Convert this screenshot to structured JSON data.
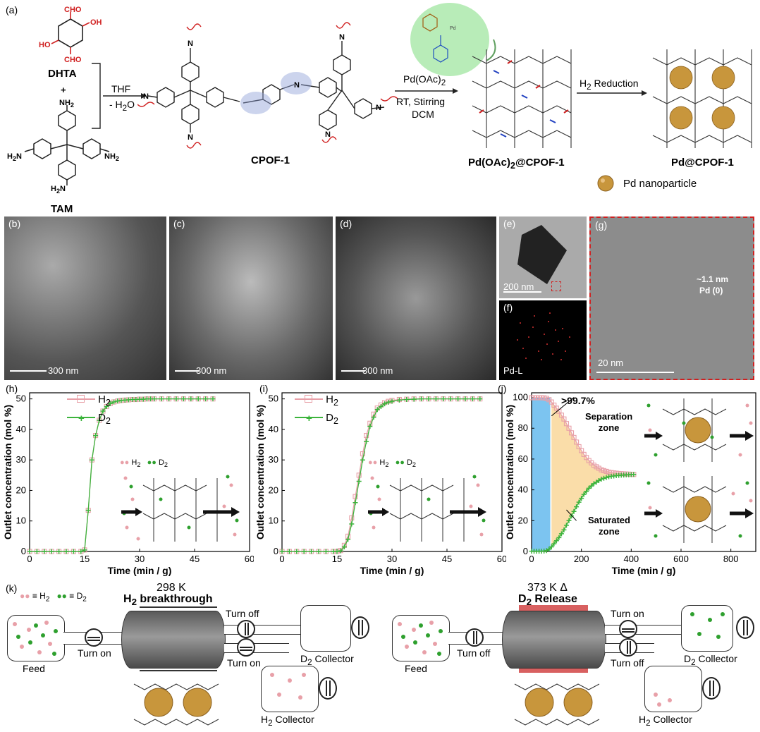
{
  "panels": {
    "a": "(a)",
    "b": "(b)",
    "c": "(c)",
    "d": "(d)",
    "e": "(e)",
    "f": "(f)",
    "g": "(g)",
    "h": "(h)",
    "i": "(i)",
    "j": "(j)",
    "k": "(k)"
  },
  "scheme": {
    "monomer1": "DHTA",
    "monomer1_groups": [
      "CHO",
      "OH",
      "HO",
      "CHO"
    ],
    "plus": "+",
    "monomer2": "TAM",
    "amine": "NH",
    "amine_sub": "2",
    "h2n": "H",
    "h2n_sub": "2",
    "h2n_n": "N",
    "cond1_top": "THF",
    "cond1_bottom": "- H",
    "cond1_sub": "2",
    "cond1_end": "O",
    "product1": "CPOF-1",
    "reagent": "Pd(OAc)",
    "reagent_sub": "2",
    "cond2_line2": "RT, Stirring",
    "cond2_line3": "DCM",
    "product2_pre": "Pd(OAc)",
    "product2_sub": "2",
    "product2_post": "@CPOF-1",
    "reduction_pre": "H",
    "reduction_sub": "2",
    "reduction_post": " Reduction",
    "product3": "Pd@CPOF-1",
    "legend_np": "Pd nanoparticle",
    "N": "N"
  },
  "micrographs": {
    "scale_300": "300 nm",
    "scale_200": "200 nm",
    "scale_20": "20 nm",
    "eds_label": "Pd-L",
    "particle_size": "~1.1 nm",
    "particle_id": "Pd (0)"
  },
  "chart_data": [
    {
      "panel": "h",
      "type": "scatter",
      "xlabel": "Time (min / g)",
      "ylabel": "Outlet concentration (mol %)",
      "xlim": [
        0,
        60
      ],
      "ylim": [
        0,
        52
      ],
      "xticks": [
        0,
        15,
        30,
        45,
        60
      ],
      "yticks": [
        0,
        10,
        20,
        30,
        40,
        50
      ],
      "legend": "top-left",
      "series": [
        {
          "name": "H2",
          "color": "#e8a0a8",
          "marker": "square",
          "x": [
            0,
            2,
            4,
            6,
            8,
            10,
            12,
            14,
            15,
            16,
            17,
            18,
            19,
            20,
            21,
            22,
            23,
            24,
            25,
            26,
            27,
            28,
            29,
            30,
            31,
            32,
            33,
            34,
            36,
            38,
            40,
            42,
            44,
            46,
            48,
            50
          ],
          "y": [
            0,
            0,
            0,
            0,
            0,
            0,
            0,
            0,
            0.5,
            13.5,
            30,
            38,
            43,
            46,
            47.5,
            48.5,
            49,
            49.3,
            49.5,
            49.6,
            49.7,
            49.8,
            49.8,
            49.9,
            49.9,
            50,
            50,
            50,
            50,
            50,
            50,
            50,
            50,
            50,
            50,
            50
          ]
        },
        {
          "name": "D2",
          "color": "#3cb43c",
          "marker": "plus",
          "x": [
            0,
            2,
            4,
            6,
            8,
            10,
            12,
            14,
            15,
            16,
            17,
            18,
            19,
            20,
            21,
            22,
            23,
            24,
            25,
            26,
            27,
            28,
            29,
            30,
            31,
            32,
            33,
            34,
            36,
            38,
            40,
            42,
            44,
            46,
            48,
            50
          ],
          "y": [
            0,
            0,
            0,
            0,
            0,
            0,
            0,
            0,
            0.5,
            13.5,
            30,
            38,
            43,
            46,
            47.5,
            48.5,
            49,
            49.3,
            49.5,
            49.6,
            49.7,
            49.8,
            49.8,
            49.9,
            49.9,
            50,
            50,
            50,
            50,
            50,
            50,
            50,
            50,
            50,
            50,
            50
          ]
        }
      ]
    },
    {
      "panel": "i",
      "type": "scatter",
      "xlabel": "Time (min / g)",
      "ylabel": "Outlet concentration (mol %)",
      "xlim": [
        0,
        60
      ],
      "ylim": [
        0,
        52
      ],
      "xticks": [
        0,
        15,
        30,
        45,
        60
      ],
      "yticks": [
        0,
        10,
        20,
        30,
        40,
        50
      ],
      "legend": "top-left",
      "series": [
        {
          "name": "H2",
          "color": "#e8a0a8",
          "marker": "square",
          "x": [
            0,
            2,
            4,
            6,
            8,
            10,
            12,
            14,
            15,
            16,
            17,
            18,
            19,
            20,
            21,
            22,
            23,
            24,
            25,
            26,
            27,
            28,
            29,
            30,
            32,
            34,
            36,
            38,
            40,
            42,
            44,
            46,
            48,
            50,
            52,
            54
          ],
          "y": [
            0,
            0,
            0,
            0,
            0,
            0,
            0,
            0,
            0,
            0.3,
            2,
            5,
            11,
            18,
            25,
            32,
            38,
            42,
            45,
            47,
            48,
            48.8,
            49.2,
            49.5,
            49.8,
            49.9,
            50,
            50,
            50,
            50,
            50,
            50,
            50,
            50,
            50,
            50
          ]
        },
        {
          "name": "D2",
          "color": "#3cb43c",
          "marker": "plus",
          "x": [
            0,
            2,
            4,
            6,
            8,
            10,
            12,
            14,
            15,
            16,
            17,
            18,
            19,
            20,
            21,
            22,
            23,
            24,
            25,
            26,
            27,
            28,
            29,
            30,
            32,
            34,
            36,
            38,
            40,
            42,
            44,
            46,
            48,
            50,
            52,
            54
          ],
          "y": [
            0,
            0,
            0,
            0,
            0,
            0,
            0,
            0,
            0,
            0.2,
            1.5,
            4,
            9,
            16,
            23,
            30,
            36,
            41,
            44,
            46.5,
            47.5,
            48.4,
            48.9,
            49.2,
            49.6,
            49.8,
            49.9,
            50,
            50,
            50,
            50,
            50,
            50,
            50,
            50,
            50
          ]
        }
      ]
    },
    {
      "panel": "j",
      "type": "scatter",
      "xlabel": "Time (min / g)",
      "ylabel": "Outlet concentration (mol %)",
      "xlim": [
        0,
        900
      ],
      "ylim": [
        0,
        103
      ],
      "xticks": [
        0,
        200,
        400,
        600,
        800
      ],
      "yticks": [
        0,
        20,
        40,
        60,
        80,
        100
      ],
      "annotations": [
        ">99.7%",
        "Separation\nzone",
        "Saturated\nzone"
      ],
      "series": [
        {
          "name": "H2",
          "color": "#e8a0a8",
          "marker": "square",
          "x": [
            0,
            10,
            20,
            30,
            40,
            50,
            60,
            70,
            80,
            90,
            100,
            110,
            120,
            130,
            140,
            150,
            160,
            170,
            180,
            190,
            200,
            210,
            220,
            230,
            240,
            250,
            260,
            270,
            280,
            290,
            300,
            310,
            320,
            330,
            340,
            350,
            360,
            370,
            380,
            390,
            400,
            410
          ],
          "y": [
            99.8,
            99.8,
            99.8,
            99.8,
            99.8,
            99.7,
            99.4,
            98.5,
            97,
            95,
            93,
            91,
            88.5,
            86,
            83,
            80,
            77,
            74,
            71,
            68,
            65.5,
            63,
            61,
            59,
            57.5,
            56,
            55,
            54,
            53,
            52.5,
            52,
            51.5,
            51.2,
            51,
            50.8,
            50.6,
            50.5,
            50.4,
            50.3,
            50.2,
            50.1,
            50
          ]
        },
        {
          "name": "D2",
          "color": "#3cb43c",
          "marker": "plus",
          "x": [
            0,
            10,
            20,
            30,
            40,
            50,
            60,
            70,
            80,
            90,
            100,
            110,
            120,
            130,
            140,
            150,
            160,
            170,
            180,
            190,
            200,
            210,
            220,
            230,
            240,
            250,
            260,
            270,
            280,
            290,
            300,
            310,
            320,
            330,
            340,
            350,
            360,
            370,
            380,
            390,
            400,
            410
          ],
          "y": [
            0.2,
            0.2,
            0.2,
            0.2,
            0.2,
            0.3,
            0.6,
            1.5,
            3,
            5,
            7,
            9,
            11.5,
            14,
            17,
            20,
            23,
            26,
            29,
            32,
            34.5,
            37,
            39,
            41,
            42.5,
            44,
            45,
            46,
            47,
            47.5,
            48,
            48.5,
            48.8,
            49,
            49.2,
            49.4,
            49.5,
            49.6,
            49.7,
            49.8,
            49.9,
            50
          ]
        }
      ]
    }
  ],
  "legend": {
    "h2": "H",
    "h2_sub": "2",
    "d2": "D",
    "d2_sub": "2"
  },
  "process": {
    "left": {
      "temp": "298 K",
      "title_pre": "H",
      "title_sub": "2",
      "title_post": " breakthrough",
      "feed": "Feed",
      "valve_in": "Turn on",
      "valve_top": "Turn off",
      "valve_bottom": "Turn on",
      "collector_top_pre": "D",
      "collector_top_sub": "2",
      "collector_top_post": " Collector",
      "collector_bottom_pre": "H",
      "collector_bottom_sub": "2",
      "collector_bottom_post": " Collector",
      "legend_h2": "≡ H",
      "legend_h2_sub": "2",
      "legend_d2": "≡ D",
      "legend_d2_sub": "2"
    },
    "right": {
      "temp": "373 K  Δ",
      "title_pre": "D",
      "title_sub": "2",
      "title_post": " Release",
      "feed": "Feed",
      "valve_in": "Turn off",
      "valve_top": "Turn on",
      "valve_bottom": "Turn off",
      "collector_top_pre": "D",
      "collector_top_sub": "2",
      "collector_top_post": " Collector",
      "collector_bottom_pre": "H",
      "collector_bottom_sub": "2",
      "collector_bottom_post": " Collector"
    }
  },
  "colors": {
    "h2": "#e8a0a8",
    "d2": "#2ea02e",
    "separation": "#f9d9a0",
    "pure": "#7cc4f0",
    "heater": "#d86060",
    "pd": "#c8963c",
    "red": "#d02020"
  },
  "icons": [
    "molecule-structure-icon",
    "pd-nanoparticle-icon",
    "valve-icon",
    "pump-icon",
    "arrow-right-icon"
  ]
}
